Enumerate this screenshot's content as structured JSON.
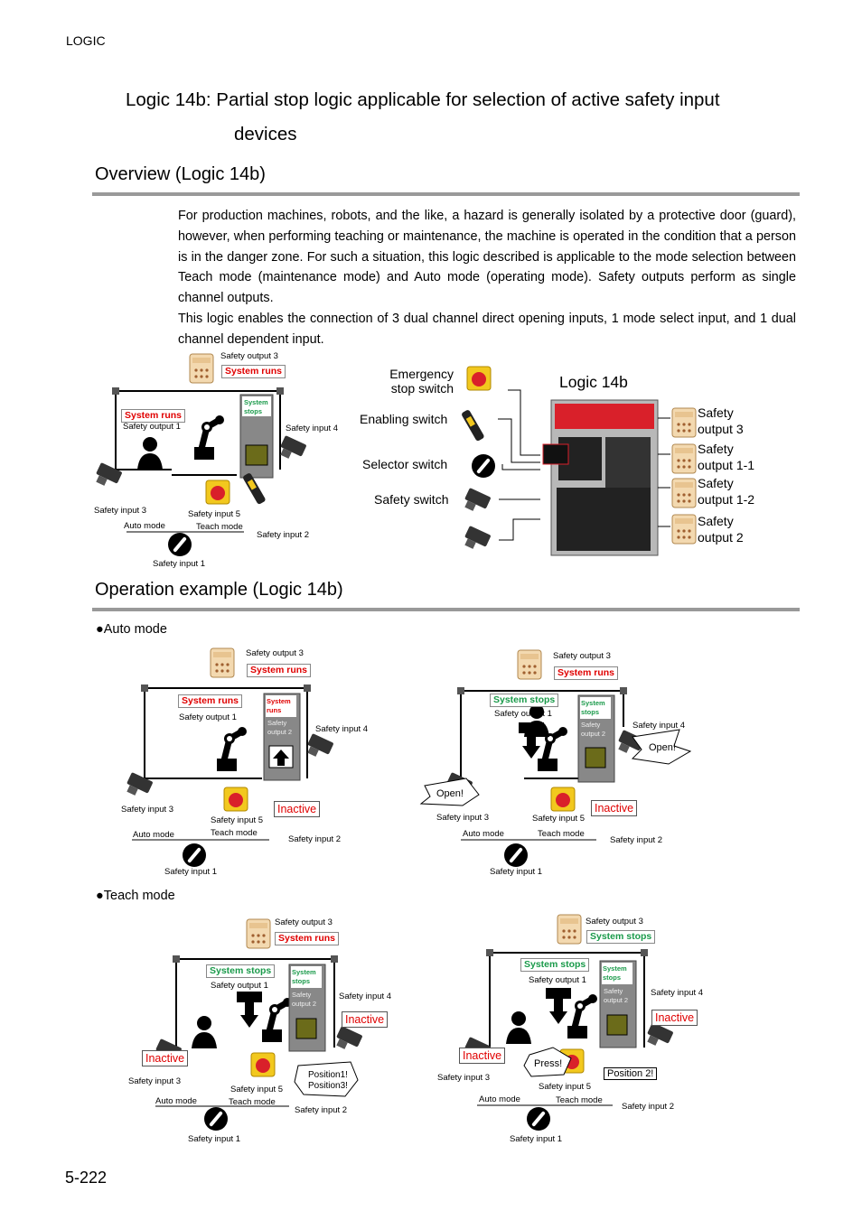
{
  "header": {
    "section": "LOGIC"
  },
  "title": {
    "line1": "Logic 14b: Partial stop logic applicable for selection of active safety input",
    "line2": "devices"
  },
  "overview": {
    "heading": "Overview (Logic 14b)",
    "paragraphs": [
      "For production machines, robots, and the like, a hazard is generally isolated by a protective door (guard), however, when performing teaching or maintenance, the machine is operated in the condition that a person is in the danger zone. For such a situation, this logic described is applicable to the mode selection between Teach mode (maintenance mode) and Auto mode (operating mode). Safety outputs perform as single channel outputs.",
      "This logic enables the connection of 3 dual channel direct opening inputs, 1 mode select input, and 1 dual channel dependent input."
    ]
  },
  "labels": {
    "system_runs": "System runs",
    "system_stops": "System stops",
    "safety_output_1": "Safety output 1",
    "safety_output_2": "Safety output 2",
    "safety_output_3": "Safety output 3",
    "safety_input_1": "Safety input 1",
    "safety_input_2": "Safety input 2",
    "safety_input_3": "Safety input 3",
    "safety_input_4": "Safety input 4",
    "safety_input_5": "Safety input 5",
    "auto_mode": "Auto mode",
    "teach_mode": "Teach mode",
    "inactive": "Inactive",
    "open": "Open!",
    "press": "Press!",
    "position_1_3_a": "Position1!",
    "position_1_3_b": "Position3!",
    "position_2": "Position 2!",
    "panel_runs_a": "System",
    "panel_runs_b": "runs",
    "panel_stops_a": "System",
    "panel_stops_b": "stops",
    "panel_out_a": "Safety",
    "panel_out_b": "output 2"
  },
  "device_diagram": {
    "inputs": [
      "Emergency\nstop switch",
      "Enabling switch",
      "Selector switch",
      "Safety switch"
    ],
    "emergency_a": "Emergency",
    "emergency_b": "stop switch",
    "enabling": "Enabling switch",
    "selector": "Selector switch",
    "safety_switch": "Safety switch",
    "logic_label": "Logic 14b",
    "out3_a": "Safety",
    "out3_b": "output 3",
    "out11_a": "Safety",
    "out11_b": "output 1-1",
    "out12_a": "Safety",
    "out12_b": "output 1-2",
    "out2_a": "Safety",
    "out2_b": "output 2"
  },
  "operation": {
    "heading": "Operation example (Logic 14b)",
    "auto_mode": "●Auto mode",
    "teach_mode": "●Teach mode"
  },
  "footer": {
    "page": "5-222"
  },
  "colors": {
    "red": "#e00000",
    "green": "#1a9a4a",
    "rule": "#999999",
    "device_red": "#d9202a"
  }
}
